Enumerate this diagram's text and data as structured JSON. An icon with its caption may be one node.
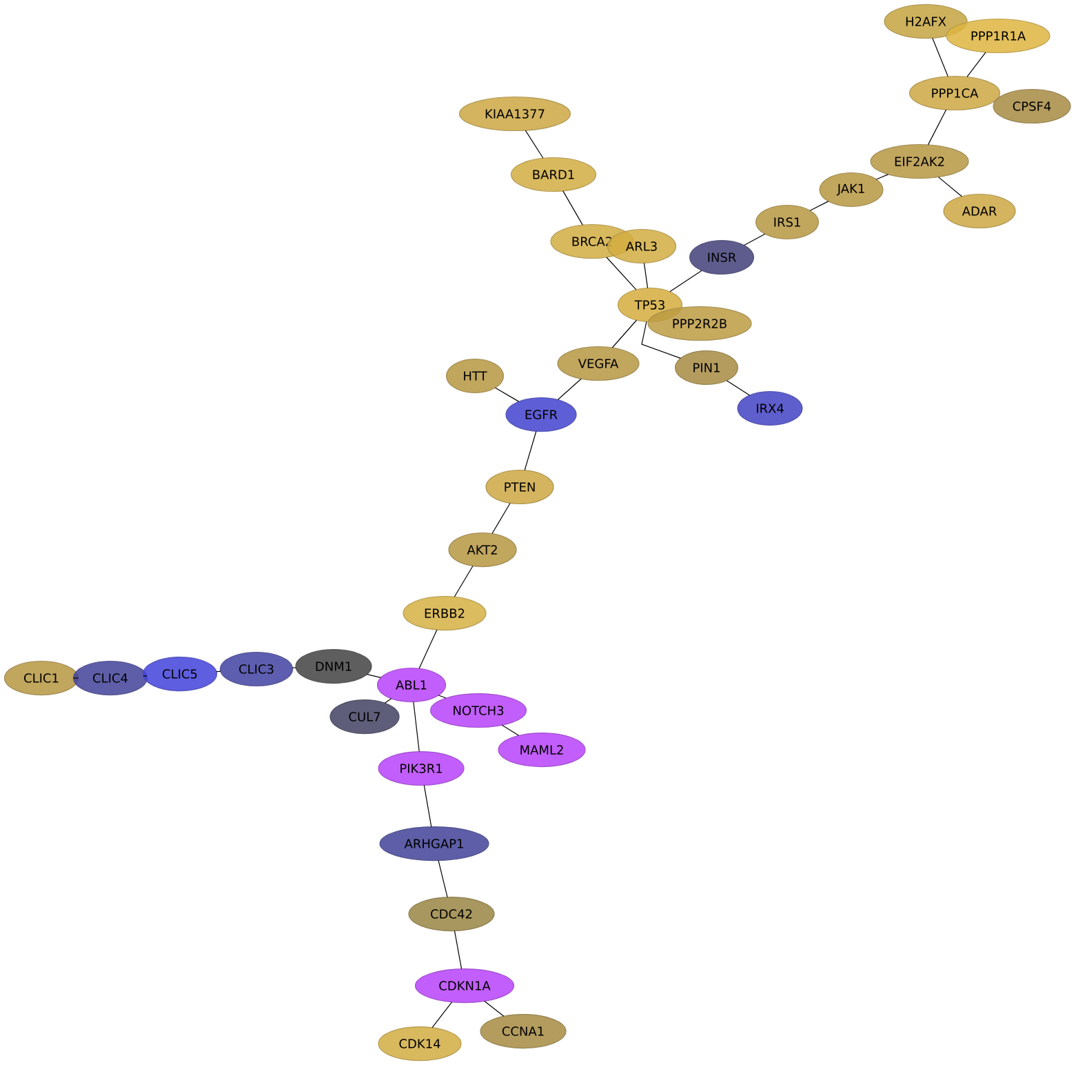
{
  "diagram": {
    "nodes": [
      {
        "text": [
          "H2AFX"
        ]
      },
      {
        "text": [
          "PPP1R1A"
        ]
      },
      {
        "text": [
          "PPP1CA"
        ]
      },
      {
        "text": [
          "CPSF4"
        ]
      },
      {
        "text": [
          "KIAA1377"
        ]
      },
      {
        "text": [
          "EIF2AK2"
        ]
      },
      {
        "text": [
          "BARD1"
        ]
      },
      {
        "text": [
          "JAK1"
        ]
      },
      {
        "text": [
          "ADAR"
        ]
      },
      {
        "text": [
          "IRS1"
        ]
      },
      {
        "text": [
          "BRCA2"
        ]
      },
      {
        "text": [
          "ARL3"
        ]
      },
      {
        "text": [
          "INSR"
        ]
      },
      {
        "text": [
          "TP53"
        ]
      },
      {
        "text": [
          "PPP2R2B"
        ]
      },
      {
        "text": [
          "VEGFA"
        ]
      },
      {
        "text": [
          "PIN1"
        ]
      },
      {
        "text": [
          "HTT"
        ]
      },
      {
        "text": [
          "IRX4"
        ]
      },
      {
        "text": [
          "EGFR"
        ]
      },
      {
        "text": [
          "PTEN"
        ]
      },
      {
        "text": [
          "AKT2"
        ]
      },
      {
        "text": [
          "ERBB2"
        ]
      },
      {
        "text": [
          "CLIC1"
        ]
      },
      {
        "text": [
          "CLIC4"
        ]
      },
      {
        "text": [
          "CLIC5"
        ]
      },
      {
        "text": [
          "CLIC3"
        ]
      },
      {
        "text": [
          "DNM1"
        ]
      },
      {
        "text": [
          "ABL1"
        ]
      },
      {
        "text": [
          "CUL7"
        ]
      },
      {
        "text": [
          "NOTCH3"
        ]
      },
      {
        "text": [
          "MAML2"
        ]
      },
      {
        "text": [
          "PIK3R1"
        ]
      },
      {
        "text": [
          "ARHGAP1"
        ]
      },
      {
        "text": [
          "CDC42"
        ]
      },
      {
        "text": [
          "CDKN1A"
        ]
      },
      {
        "text": [
          "CCNA1"
        ]
      },
      {
        "text": [
          "CDK14"
        ]
      }
    ],
    "edges": [
      {
        "from": 0,
        "to": 2,
        "arrow": "none"
      },
      {
        "from": 1,
        "to": 2,
        "arrow": "none"
      },
      {
        "from": 2,
        "to": 5,
        "arrow": "none"
      },
      {
        "from": 5,
        "to": 7,
        "arrow": "none"
      },
      {
        "from": 5,
        "to": 8,
        "arrow": "none"
      },
      {
        "from": 7,
        "to": 9,
        "arrow": "none"
      },
      {
        "from": 9,
        "to": 12,
        "arrow": "none"
      },
      {
        "from": 12,
        "to": 13,
        "arrow": "none"
      },
      {
        "from": 4,
        "to": 6,
        "arrow": "none"
      },
      {
        "from": 6,
        "to": 10,
        "arrow": "none"
      },
      {
        "from": 10,
        "to": 13,
        "arrow": "none"
      },
      {
        "from": 11,
        "to": 13,
        "arrow": "none"
      },
      {
        "from": 13,
        "to": 16,
        "arrow": "none"
      },
      {
        "from": 13,
        "to": 15,
        "arrow": "none"
      },
      {
        "from": 16,
        "to": 18,
        "arrow": "none"
      },
      {
        "from": 15,
        "to": 19,
        "arrow": "none"
      },
      {
        "from": 17,
        "to": 19,
        "arrow": "none"
      },
      {
        "from": 19,
        "to": 20,
        "arrow": "none"
      },
      {
        "from": 20,
        "to": 21,
        "arrow": "none"
      },
      {
        "from": 21,
        "to": 22,
        "arrow": "none"
      },
      {
        "from": 22,
        "to": 28,
        "arrow": "none"
      },
      {
        "from": 27,
        "to": 28,
        "arrow": "none"
      },
      {
        "from": 28,
        "to": 29,
        "arrow": "none"
      },
      {
        "from": 28,
        "to": 30,
        "arrow": "none"
      },
      {
        "from": 28,
        "to": 32,
        "arrow": "none"
      },
      {
        "from": 30,
        "to": 31,
        "arrow": "none"
      },
      {
        "from": 32,
        "to": 33,
        "arrow": "none"
      },
      {
        "from": 33,
        "to": 34,
        "arrow": "none"
      },
      {
        "from": 34,
        "to": 35,
        "arrow": "none"
      },
      {
        "from": 35,
        "to": 37,
        "arrow": "none"
      },
      {
        "from": 35,
        "to": 36,
        "arrow": "none"
      },
      {
        "from": 23,
        "to": 24,
        "arrow": "none"
      },
      {
        "from": 24,
        "to": 25,
        "arrow": "none"
      },
      {
        "from": 25,
        "to": 26,
        "arrow": "none"
      },
      {
        "from": 26,
        "to": 27,
        "arrow": "none"
      }
    ]
  }
}
